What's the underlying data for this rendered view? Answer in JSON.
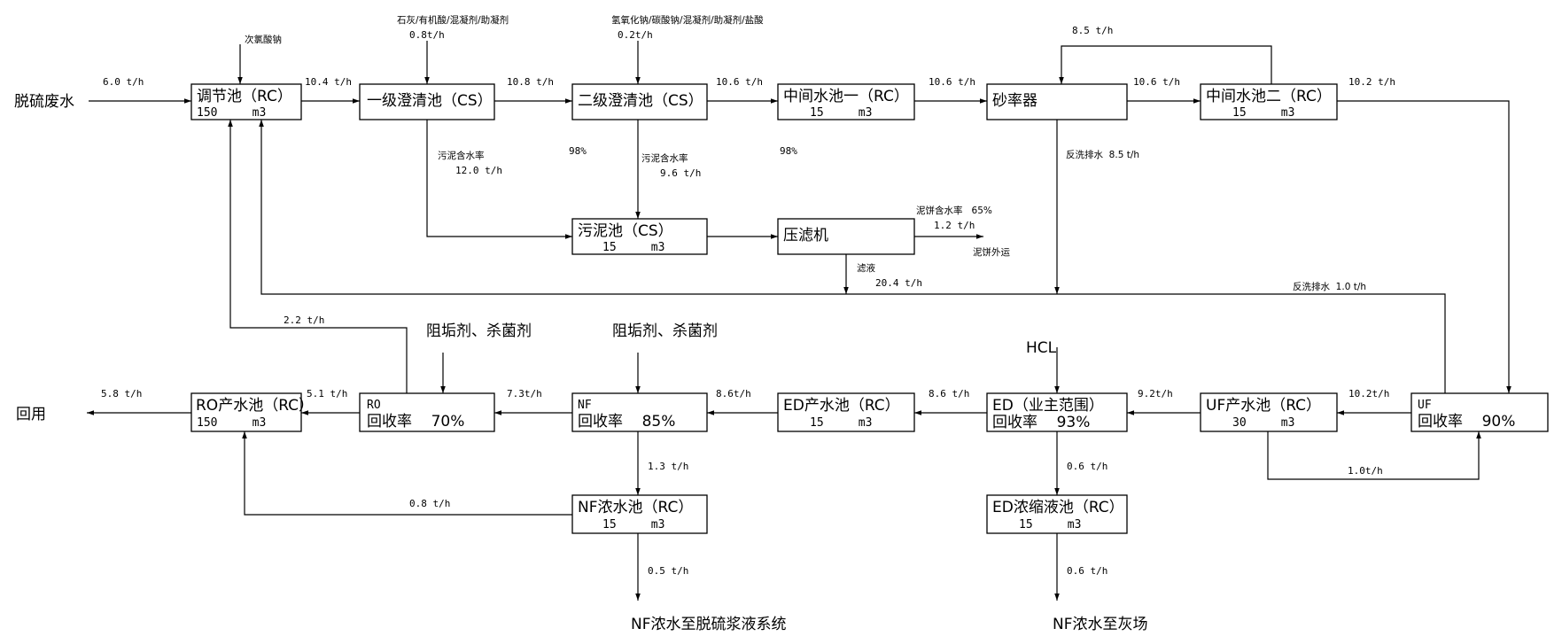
{
  "inputs": {
    "raw_water": "脱硫废水",
    "reuse": "回用"
  },
  "boxes": {
    "tiaojie": {
      "title": "调节池（RC）",
      "sub": "150     m3"
    },
    "chengqing1": {
      "title": "一级澄清池（CS）",
      "sub": ""
    },
    "chengqing2": {
      "title": "二级澄清池（CS）",
      "sub": ""
    },
    "zhongjian1": {
      "title": "中间水池一（RC）",
      "sub": "15     m3"
    },
    "shalvqi": {
      "title": "砂率器",
      "sub": ""
    },
    "zhongjian2": {
      "title": "中间水池二（RC）",
      "sub": "15     m3"
    },
    "wunichi": {
      "title": "污泥池（CS）",
      "sub": "15     m3"
    },
    "yalvji": {
      "title": "压滤机",
      "sub": ""
    },
    "ro_product": {
      "title": "RO产水池（RC）",
      "sub": "150     m3"
    },
    "ro": {
      "title": "RO",
      "sub": "回收率    70%"
    },
    "nf": {
      "title": "NF",
      "sub": "回收率    85%"
    },
    "ed_product": {
      "title": "ED产水池（RC）",
      "sub": "15     m3"
    },
    "ed": {
      "title": "ED（业主范围）",
      "sub": "回收率    93%"
    },
    "uf_product": {
      "title": "UF产水池（RC）",
      "sub": "30     m3"
    },
    "uf": {
      "title": "UF",
      "sub": "回收率    90%"
    },
    "nf_conc": {
      "title": "NF浓水池（RC）",
      "sub": "15     m3"
    },
    "ed_conc": {
      "title": "ED浓缩液池（RC）",
      "sub": "15     m3"
    }
  },
  "chemicals": {
    "naclo": "次氯酸钠",
    "dose1": "石灰/有机酸/混凝剂/助凝剂",
    "dose1_rate": "0.8t/h",
    "dose2": "氢氧化钠/碳酸钠/混凝剂/助凝剂/盐酸",
    "dose2_rate": "0.2t/h",
    "antiscalant_ro": "阻垢剂、杀菌剂",
    "antiscalant_nf": "阻垢剂、杀菌剂",
    "hcl": "HCL"
  },
  "flows": {
    "f_raw": "6.0 t/h",
    "f_tj_c1": "10.4 t/h",
    "f_c1_c2": "10.8 t/h",
    "f_c2_z1": "10.6 t/h",
    "f_z1_sl": "10.6 t/h",
    "f_sl_z2": "10.6 t/h",
    "f_loop": "8.5 t/h",
    "f_z2_out": "10.2 t/h",
    "sludge1_label": "污泥含水率",
    "sludge1_rate": "12.0 t/h",
    "sludge1_pct": "98%",
    "sludge2_label": "污泥含水率",
    "sludge2_rate": "9.6 t/h",
    "sludge2_pct": "98%",
    "backwash1": "反洗排水  8.5 t/h",
    "cake_label": "泥饼含水率   65%",
    "cake_rate": "1.2 t/h",
    "cake_out": "泥饼外运",
    "filtrate_label": "滤液",
    "filtrate_rate": "20.4 t/h",
    "backwash2": "反洗排水  1.0 t/h",
    "f_ro_back": "2.2 t/h",
    "f_reuse": "5.8 t/h",
    "f_ro_rop": "5.1 t/h",
    "f_nf_ro": "7.3t/h",
    "f_edp_nf": "8.6t/h",
    "f_ed_edp": "8.6 t/h",
    "f_ufp_ed": "9.2t/h",
    "f_uf_ufp": "10.2t/h",
    "f_ufp_uf": "1.0t/h",
    "f_nf_conc": "1.3 t/h",
    "f_nfconc_rop": "0.8 t/h",
    "f_nfconc_out": "0.5 t/h",
    "f_ed_conc": "0.6 t/h",
    "f_edconc_out": "0.6 t/h"
  },
  "outputs": {
    "nf_out": "NF浓水至脱硫浆液系统",
    "ed_out": "NF浓水至灰场"
  }
}
